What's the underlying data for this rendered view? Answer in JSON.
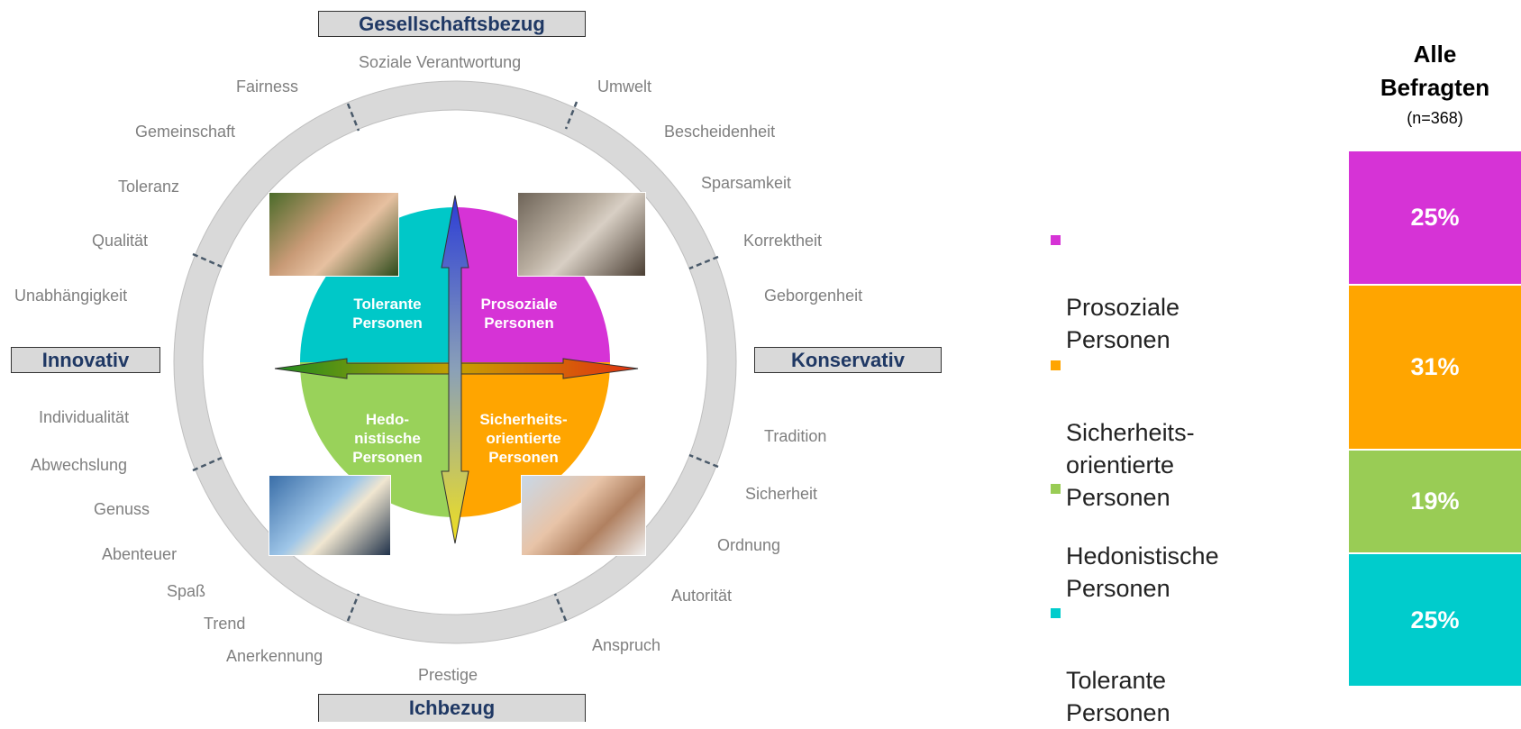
{
  "axes": {
    "top": "Gesellschaftsbezug",
    "bottom": "Ichbezug",
    "left": "Innovativ",
    "right": "Konservativ"
  },
  "values": {
    "soziale_verantwortung": "Soziale Verantwortung",
    "fairness": "Fairness",
    "umwelt": "Umwelt",
    "gemeinschaft": "Gemeinschaft",
    "bescheidenheit": "Bescheidenheit",
    "toleranz": "Toleranz",
    "sparsamkeit": "Sparsamkeit",
    "qualitaet": "Qualität",
    "korrektheit": "Korrektheit",
    "unabhaengigkeit": "Unabhängigkeit",
    "geborgenheit": "Geborgenheit",
    "individualitaet": "Individualität",
    "tradition": "Tradition",
    "abwechslung": "Abwechslung",
    "sicherheit": "Sicherheit",
    "genuss": "Genuss",
    "ordnung": "Ordnung",
    "abenteuer": "Abenteuer",
    "autoritaet": "Autorität",
    "spass": "Spaß",
    "trend": "Trend",
    "anspruch": "Anspruch",
    "anerkennung": "Anerkennung",
    "prestige": "Prestige"
  },
  "quadrants": {
    "tolerante": "Tolerante\nPersonen",
    "prosoziale": "Prosoziale\nPersonen",
    "hedonistische": "Hedo-\nnistische\nPersonen",
    "sicherheits": "Sicherheits-\norientierte\nPersonen"
  },
  "legend": [
    {
      "label": "Prosoziale\nPersonen",
      "color": "#d633d6"
    },
    {
      "label": "Sicherheits-\norientierte\nPersonen",
      "color": "#ffa500"
    },
    {
      "label": "Hedonistische\nPersonen",
      "color": "#99cc55"
    },
    {
      "label": "Tolerante\nPersonen",
      "color": "#00cccc"
    }
  ],
  "bar": {
    "title_line1": "Alle",
    "title_line2": "Befragten",
    "n": "(n=368)",
    "segments": [
      {
        "label": "25%",
        "value": 25,
        "color": "#d633d6"
      },
      {
        "label": "31%",
        "value": 31,
        "color": "#ffa500"
      },
      {
        "label": "19%",
        "value": 19,
        "color": "#99cc55"
      },
      {
        "label": "25%",
        "value": 25,
        "color": "#00cccc"
      }
    ]
  },
  "colors": {
    "quad_tolerant": "#00c8c8",
    "quad_prosocial": "#d633d6",
    "quad_hedonistic": "#99d25a",
    "quad_security": "#ffa500",
    "ring": "#d9d9d9"
  }
}
